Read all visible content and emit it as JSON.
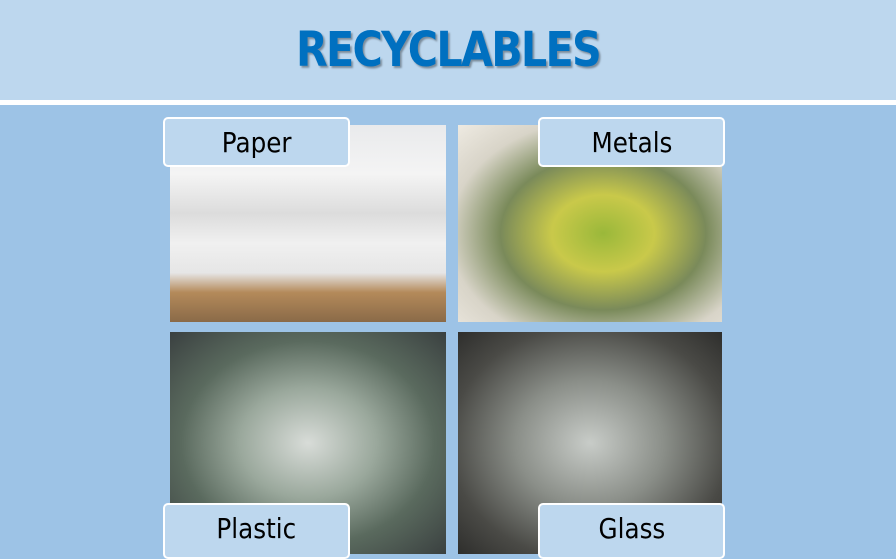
{
  "slide": {
    "title": "RECYCLABLES",
    "items": [
      {
        "label": "Paper"
      },
      {
        "label": "Metals"
      },
      {
        "label": "Plastic"
      },
      {
        "label": "Glass"
      }
    ]
  },
  "colors": {
    "background": "#9dc3e6",
    "header": "#bdd7ee",
    "title": "#0070c0"
  }
}
